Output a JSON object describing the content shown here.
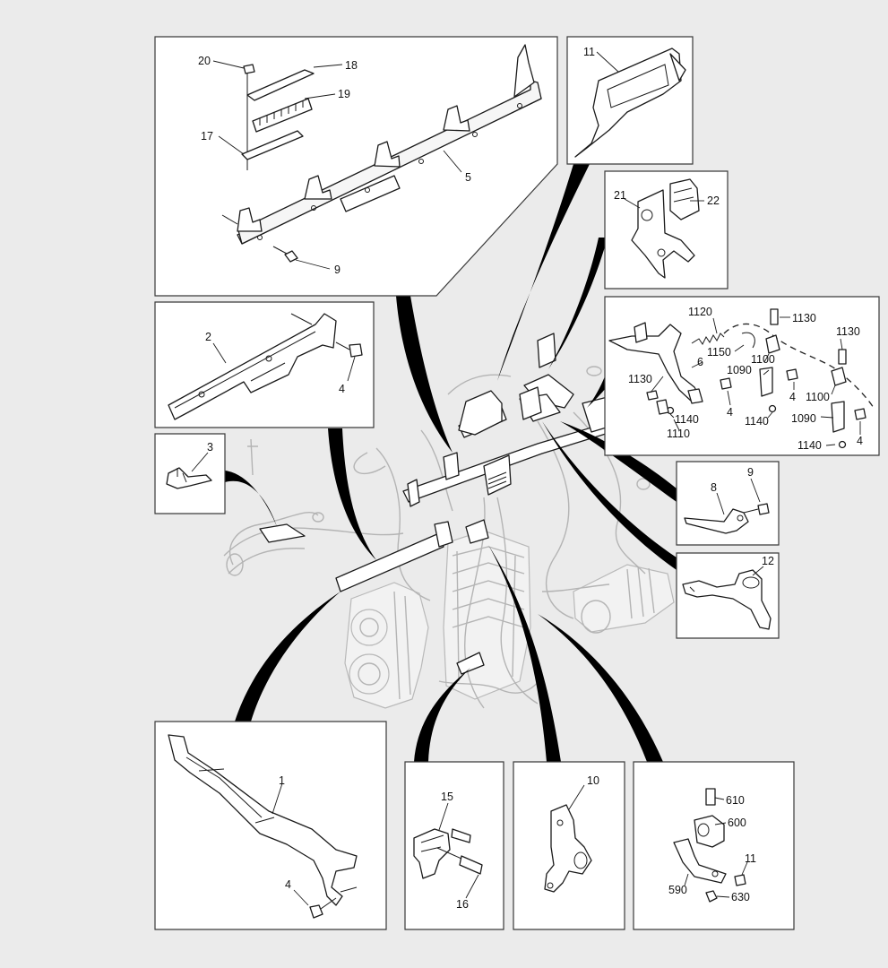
{
  "labels": {
    "l20": "20",
    "l18": "18",
    "l19": "19",
    "l17": "17",
    "l5": "5",
    "l9a": "9",
    "l11a": "11",
    "l21": "21",
    "l22": "22",
    "l2": "2",
    "l4a": "4",
    "l1120": "1120",
    "l1130a": "1130",
    "l1130b": "1130",
    "l1150": "1150",
    "l6": "6",
    "l1100a": "1100",
    "l1090a": "1090",
    "l4b": "4",
    "l1100b": "1100",
    "l1130c": "1130",
    "l4c": "4",
    "l1140a": "1140",
    "l1110": "1110",
    "l1140b": "1140",
    "l1090b": "1090",
    "l1140c": "1140",
    "l4d": "4",
    "l3": "3",
    "l9b": "9",
    "l8": "8",
    "l12": "12",
    "l1": "1",
    "l4e": "4",
    "l15": "15",
    "l16": "16",
    "l10": "10",
    "l610": "610",
    "l600": "600",
    "l11b": "11",
    "l590": "590",
    "l630": "630"
  }
}
